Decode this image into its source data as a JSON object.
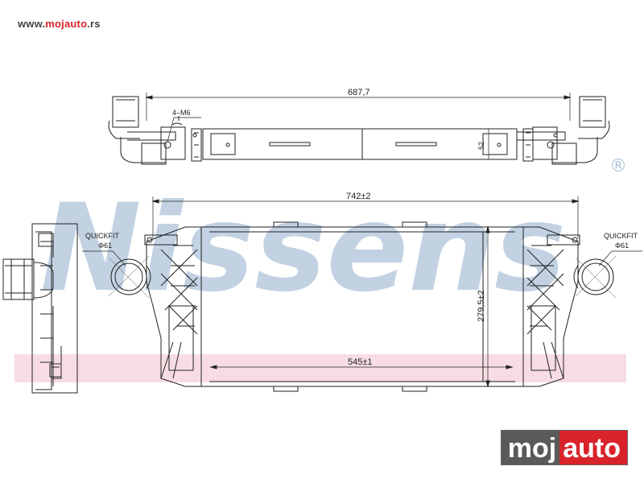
{
  "header": {
    "url_prefix": "www.",
    "url_brand": "mojauto",
    "url_suffix": ".rs"
  },
  "watermark": {
    "text": "Nissens",
    "registered": "®"
  },
  "drawing": {
    "dim_top_length": "687,7",
    "dim_bolts": "4–M6",
    "dim_top_height": "52",
    "dim_core_width": "742±2",
    "dim_core_height": "279,5±2",
    "dim_core_inner": "545±1",
    "left_port_label": "QUICKFIT",
    "left_port_dia": "Φ61",
    "right_port_label": "QUICKFIT",
    "right_port_dia": "Φ61"
  },
  "logo": {
    "part1": "moj",
    "part2": "auto"
  },
  "colors": {
    "watermark_blue": "#aec3da",
    "band_pink": "#f7dde3",
    "brand_red": "#d8232a",
    "logo_gray": "#5a5a5a"
  }
}
